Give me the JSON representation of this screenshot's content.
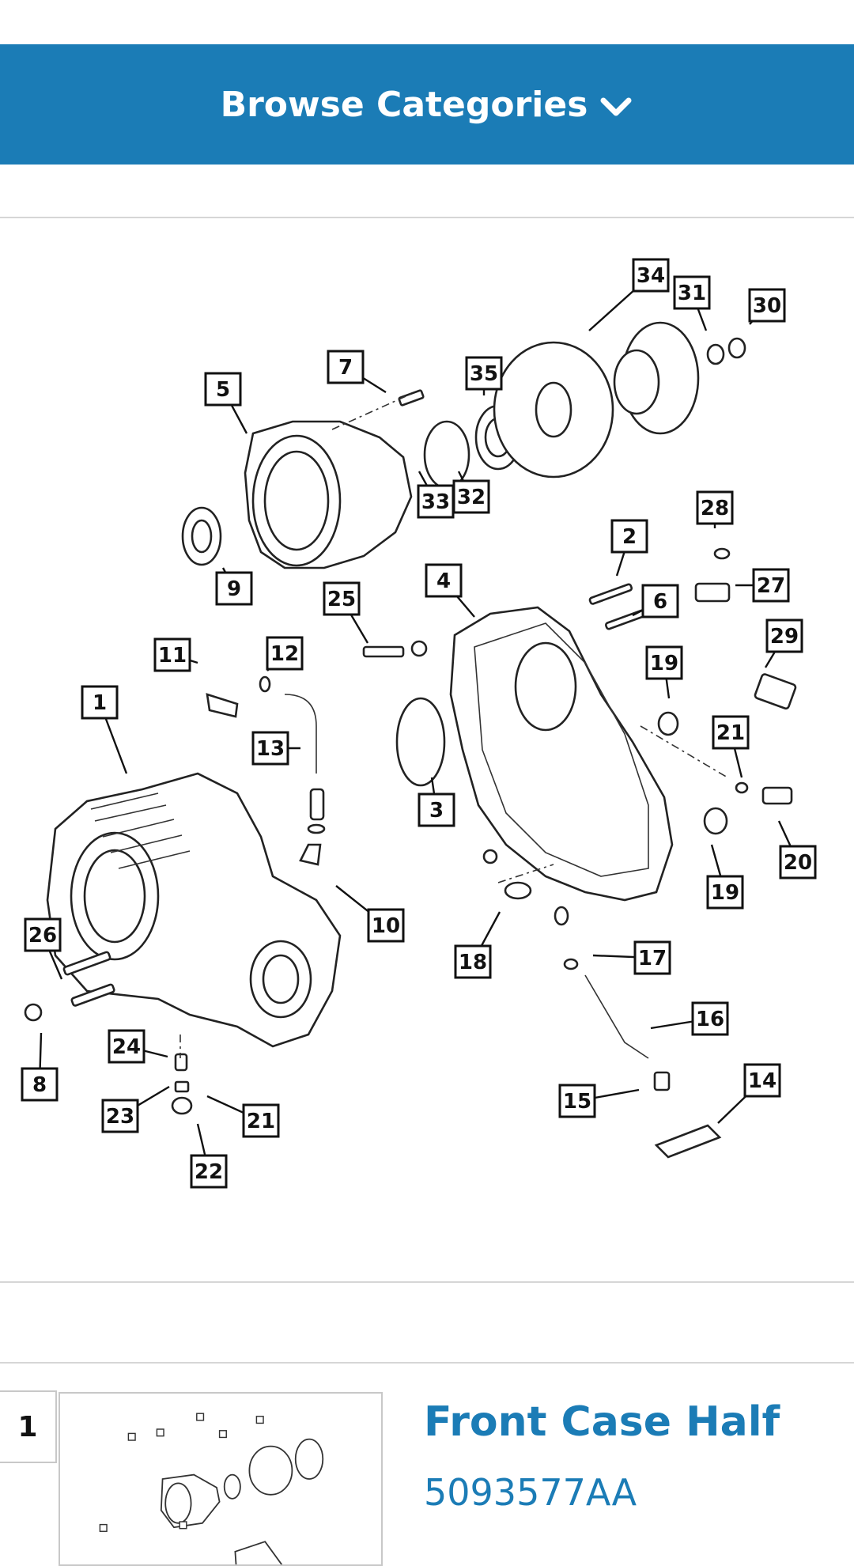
{
  "colors": {
    "brand_blue": "#1b7cb6",
    "divider": "#d6d6d6",
    "link": "#1b7cb6"
  },
  "header": {
    "browse_label": "Browse Categories",
    "browse_icon": "chevron-down-icon"
  },
  "diagram": {
    "callouts": [
      "34",
      "31",
      "30",
      "7",
      "35",
      "5",
      "33",
      "32",
      "28",
      "2",
      "9",
      "27",
      "4",
      "6",
      "25",
      "29",
      "11",
      "12",
      "19",
      "1",
      "21",
      "13",
      "3",
      "20",
      "19",
      "10",
      "26",
      "18",
      "17",
      "16",
      "24",
      "8",
      "14",
      "15",
      "23",
      "21",
      "22"
    ]
  },
  "results": [
    {
      "item_number": "1",
      "title": "Front Case Half",
      "part_number": "5093577AA"
    }
  ]
}
